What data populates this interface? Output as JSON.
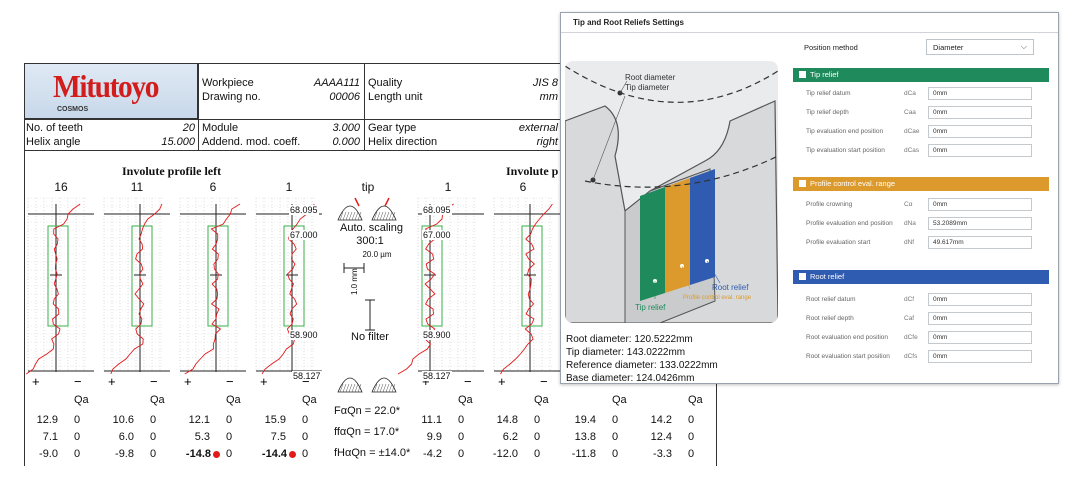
{
  "report": {
    "logo": {
      "brand": "Mitutoyo",
      "sub": "COSMOS"
    },
    "header": {
      "workpiece_label": "Workpiece",
      "workpiece_value": "AAAA111",
      "drawing_label": "Drawing no.",
      "drawing_value": "00006",
      "quality_label": "Quality",
      "quality_value": "JIS 8",
      "length_label": "Length unit",
      "length_value": "mm",
      "teeth_label": "No. of teeth",
      "teeth_value": "20",
      "helix_label": "Helix angle",
      "helix_value": "15.000",
      "module_label": "Module",
      "module_value": "3.000",
      "addend_label": "Addend. mod. coeff.",
      "addend_value": "0.000",
      "geartype_label": "Gear type",
      "geartype_value": "external",
      "helixdir_label": "Helix direction",
      "helixdir_value": "right"
    },
    "title_left": "Involute profile left",
    "title_right": "Involute p",
    "left_teeth": [
      "16",
      "11",
      "6",
      "1"
    ],
    "tip_label": "tip",
    "right_teeth": [
      "1",
      "6"
    ],
    "scale": {
      "top": "68.095",
      "mid": "67.000",
      "low": "58.900",
      "bottom": "58.127"
    },
    "auto_scaling": "Auto. scaling",
    "ratio": "300:1",
    "um": "20.0 µm",
    "mm": "1.0 mm",
    "filter": "No filter",
    "qa_label": "Qa",
    "columns": [
      {
        "vals": [
          "12.9",
          "7.1",
          "-9.0"
        ],
        "zeros": [
          "0",
          "0",
          "0"
        ]
      },
      {
        "vals": [
          "10.6",
          "6.0",
          "-9.8"
        ],
        "zeros": [
          "0",
          "0",
          "0"
        ]
      },
      {
        "vals": [
          "12.1",
          "5.3",
          "-14.8"
        ],
        "zeros": [
          "0",
          "0",
          "0"
        ]
      },
      {
        "vals": [
          "15.9",
          "7.5",
          "-14.4"
        ],
        "zeros": [
          "0",
          "0",
          "0"
        ]
      },
      {
        "vals": [
          "11.1",
          "9.9",
          "-4.2"
        ],
        "zeros": [
          "0",
          "0",
          "0"
        ]
      },
      {
        "vals": [
          "14.8",
          "6.2",
          "-12.0"
        ],
        "zeros": [
          "0",
          "0",
          "0"
        ]
      },
      {
        "vals": [
          "19.4",
          "13.8",
          "-11.8"
        ],
        "zeros": [
          "0",
          "0",
          "0"
        ]
      },
      {
        "vals": [
          "14.2",
          "12.4",
          "-3.3"
        ],
        "zeros": [
          "0",
          "0",
          "0"
        ]
      }
    ],
    "formula1": "FαQn =  22.0*",
    "formula2": "ffαQn =  17.0*",
    "formula3": "fHαQn = ±14.0*"
  },
  "settings": {
    "title": "Tip and Root Reliefs Settings",
    "image_labels": {
      "root_diameter": "Root diameter",
      "tip_diameter": "Tip diameter",
      "tip_relief": "Tip relief",
      "root_relief": "Root relief",
      "profile_range": "Profile control eval. range"
    },
    "dims": [
      "Root diameter: 120.5222mm",
      "Tip diameter: 143.0222mm",
      "Reference diameter: 133.0222mm",
      "Base diameter: 124.0426mm"
    ],
    "position_method_label": "Position method",
    "position_method_value": "Diameter",
    "colors": {
      "green": "#1f8a5b",
      "orange": "#dc9a2d",
      "blue": "#2f5bb0"
    },
    "tip_relief": {
      "title": "Tip relief",
      "rows": [
        {
          "label": "Tip relief datum",
          "sym": "dCa",
          "value": "0mm"
        },
        {
          "label": "Tip relief depth",
          "sym": "Caa",
          "value": "0mm"
        },
        {
          "label": "Tip evaluation end position",
          "sym": "dCae",
          "value": "0mm"
        },
        {
          "label": "Tip evaluation start position",
          "sym": "dCas",
          "value": "0mm"
        }
      ]
    },
    "profile_range": {
      "title": "Profile control eval. range",
      "rows": [
        {
          "label": "Profile crowning",
          "sym": "Cα",
          "value": "0mm"
        },
        {
          "label": "Profile evaluation end position",
          "sym": "dNa",
          "value": "53.2089mm"
        },
        {
          "label": "Profile evaluation start",
          "sym": "dNf",
          "value": "49.617mm"
        }
      ]
    },
    "root_relief": {
      "title": "Root relief",
      "rows": [
        {
          "label": "Root relief datum",
          "sym": "dCf",
          "value": "0mm"
        },
        {
          "label": "Root relief depth",
          "sym": "Caf",
          "value": "0mm"
        },
        {
          "label": "Root evaluation end position",
          "sym": "dCfe",
          "value": "0mm"
        },
        {
          "label": "Root evaluation start position",
          "sym": "dCfs",
          "value": "0mm"
        }
      ]
    }
  }
}
